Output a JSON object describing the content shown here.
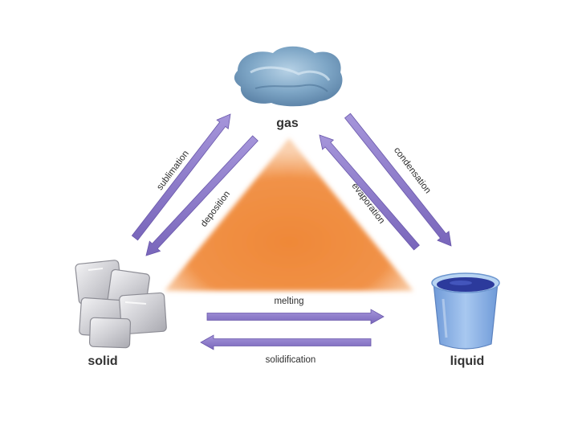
{
  "diagram": {
    "states": {
      "gas": "gas",
      "solid": "solid",
      "liquid": "liquid"
    },
    "transitions": {
      "sublimation": "sublimation",
      "deposition": "deposition",
      "condensation": "condensation",
      "evaporation": "evaporation",
      "melting": "melting",
      "solidification": "solidification"
    },
    "colors": {
      "arrow": "#8e7cc8",
      "arrow_edge": "#6a58ab",
      "triangle_center": "#f08a3a",
      "cloud": "#7fa6c4",
      "water": "#2f3d9e",
      "cup": "#8fb6e6",
      "ice": "#d8d8dc"
    }
  }
}
